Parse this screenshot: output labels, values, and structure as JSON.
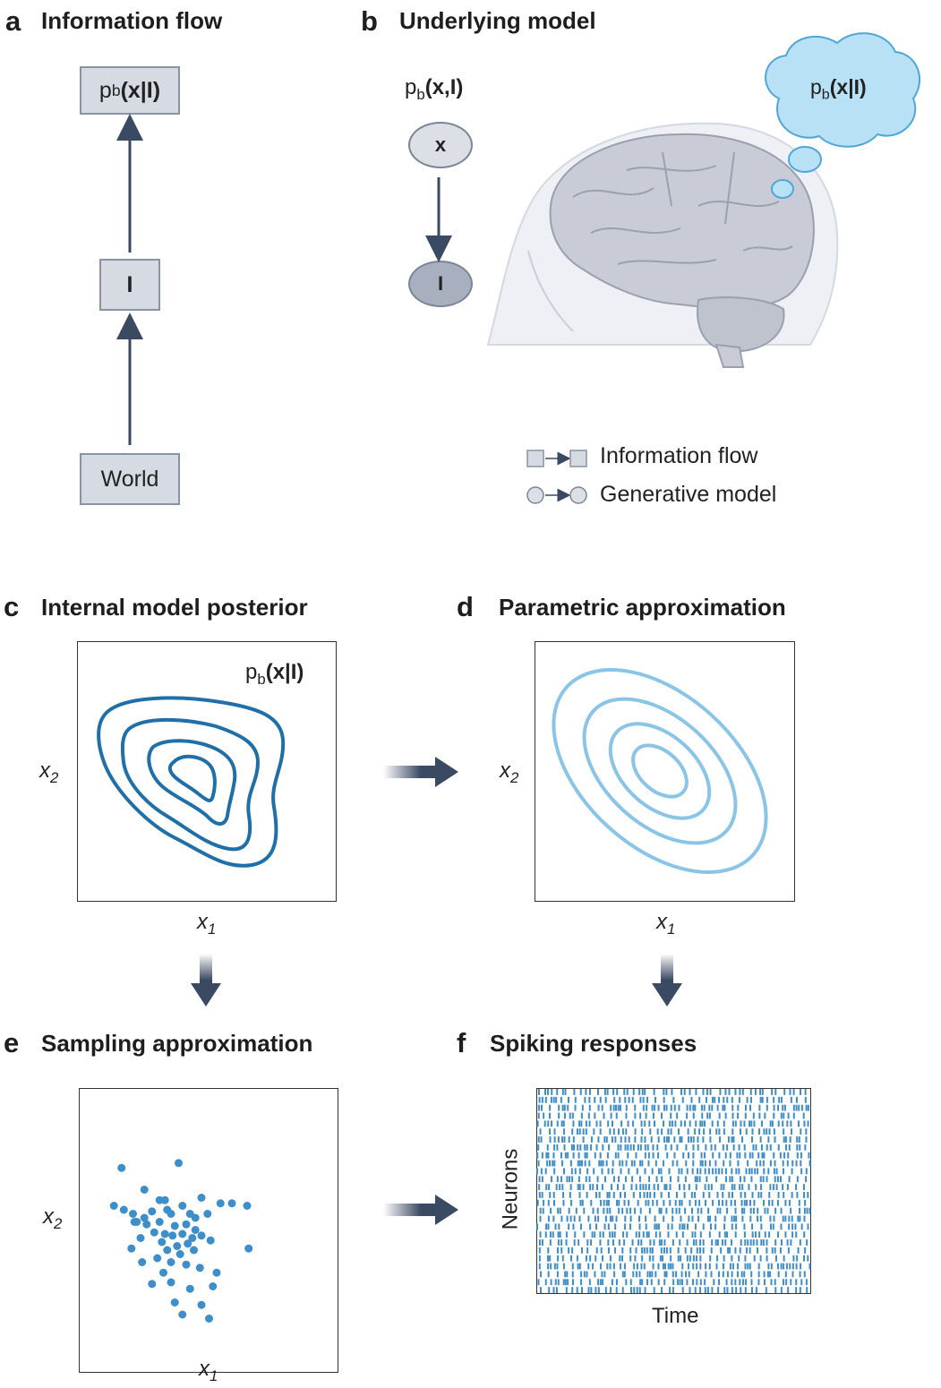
{
  "panels": {
    "a": {
      "letter": "a",
      "title": "Information flow",
      "nodes": {
        "top": "p",
        "top_sub": "b",
        "top_rest": "(x|I)",
        "middle": "I",
        "bottom": "World"
      }
    },
    "b": {
      "letter": "b",
      "title": "Underlying model",
      "joint_label_p": "p",
      "joint_label_sub": "b",
      "joint_label_rest": "(x,I)",
      "node_x": "x",
      "node_I": "I",
      "cloud_p": "p",
      "cloud_sub": "b",
      "cloud_rest": "(x|I)",
      "legend": {
        "info_flow": "Information flow",
        "generative": "Generative model"
      }
    },
    "c": {
      "letter": "c",
      "title": "Internal model posterior",
      "label_p": "p",
      "label_sub": "b",
      "label_rest": "(x|I)",
      "xlabel": "x",
      "xlabel_sub": "1",
      "ylabel": "x",
      "ylabel_sub": "2"
    },
    "d": {
      "letter": "d",
      "title": "Parametric approximation",
      "xlabel": "x",
      "xlabel_sub": "1",
      "ylabel": "x",
      "ylabel_sub": "2"
    },
    "e": {
      "letter": "e",
      "title": "Sampling approximation",
      "xlabel": "x",
      "xlabel_sub": "1",
      "ylabel": "x",
      "ylabel_sub": "2"
    },
    "f": {
      "letter": "f",
      "title": "Spiking responses",
      "xlabel": "Time",
      "ylabel": "Neurons"
    }
  },
  "colors": {
    "dark_blue": "#1f6fa8",
    "light_blue": "#8ac4e6",
    "dot_blue": "#3d8ec9",
    "arrow": "#3b4a63",
    "box_fill": "#d6dbe3"
  },
  "chart_data": {
    "type": "scatter",
    "points": [
      [
        -0.85,
        0.62
      ],
      [
        -0.1,
        0.68
      ],
      [
        -0.55,
        0.35
      ],
      [
        -0.35,
        0.22
      ],
      [
        -0.28,
        0.22
      ],
      [
        -0.95,
        0.15
      ],
      [
        -0.82,
        0.1
      ],
      [
        -0.7,
        0.05
      ],
      [
        -0.45,
        0.08
      ],
      [
        -0.2,
        0.05
      ],
      [
        -0.55,
        0.0
      ],
      [
        0.05,
        0.05
      ],
      [
        0.12,
        0.0
      ],
      [
        0.28,
        0.05
      ],
      [
        0.45,
        0.18
      ],
      [
        0.6,
        0.18
      ],
      [
        0.8,
        0.15
      ],
      [
        -0.68,
        -0.05
      ],
      [
        -0.52,
        -0.08
      ],
      [
        -0.35,
        -0.05
      ],
      [
        -0.15,
        -0.1
      ],
      [
        0.0,
        -0.08
      ],
      [
        0.12,
        -0.15
      ],
      [
        -0.42,
        -0.18
      ],
      [
        -0.28,
        -0.2
      ],
      [
        -0.18,
        -0.22
      ],
      [
        -0.05,
        -0.2
      ],
      [
        0.08,
        -0.25
      ],
      [
        0.2,
        -0.22
      ],
      [
        -0.6,
        -0.25
      ],
      [
        -0.32,
        -0.3
      ],
      [
        -0.12,
        -0.35
      ],
      [
        0.02,
        -0.32
      ],
      [
        -0.25,
        -0.4
      ],
      [
        -0.08,
        -0.45
      ],
      [
        0.1,
        -0.4
      ],
      [
        0.32,
        -0.28
      ],
      [
        0.82,
        -0.38
      ],
      [
        -0.72,
        -0.38
      ],
      [
        -0.38,
        -0.5
      ],
      [
        -0.2,
        -0.55
      ],
      [
        0.0,
        -0.58
      ],
      [
        -0.58,
        -0.55
      ],
      [
        -0.3,
        -0.68
      ],
      [
        0.18,
        -0.62
      ],
      [
        0.4,
        -0.68
      ],
      [
        -0.45,
        -0.82
      ],
      [
        -0.2,
        -0.8
      ],
      [
        0.05,
        -0.88
      ],
      [
        0.35,
        -0.85
      ],
      [
        -0.15,
        -1.05
      ],
      [
        0.2,
        -1.08
      ],
      [
        -0.05,
        -1.2
      ],
      [
        0.3,
        -1.25
      ],
      [
        -0.65,
        -0.05
      ],
      [
        -0.25,
        0.1
      ],
      [
        -0.05,
        0.15
      ],
      [
        0.2,
        0.25
      ]
    ]
  }
}
